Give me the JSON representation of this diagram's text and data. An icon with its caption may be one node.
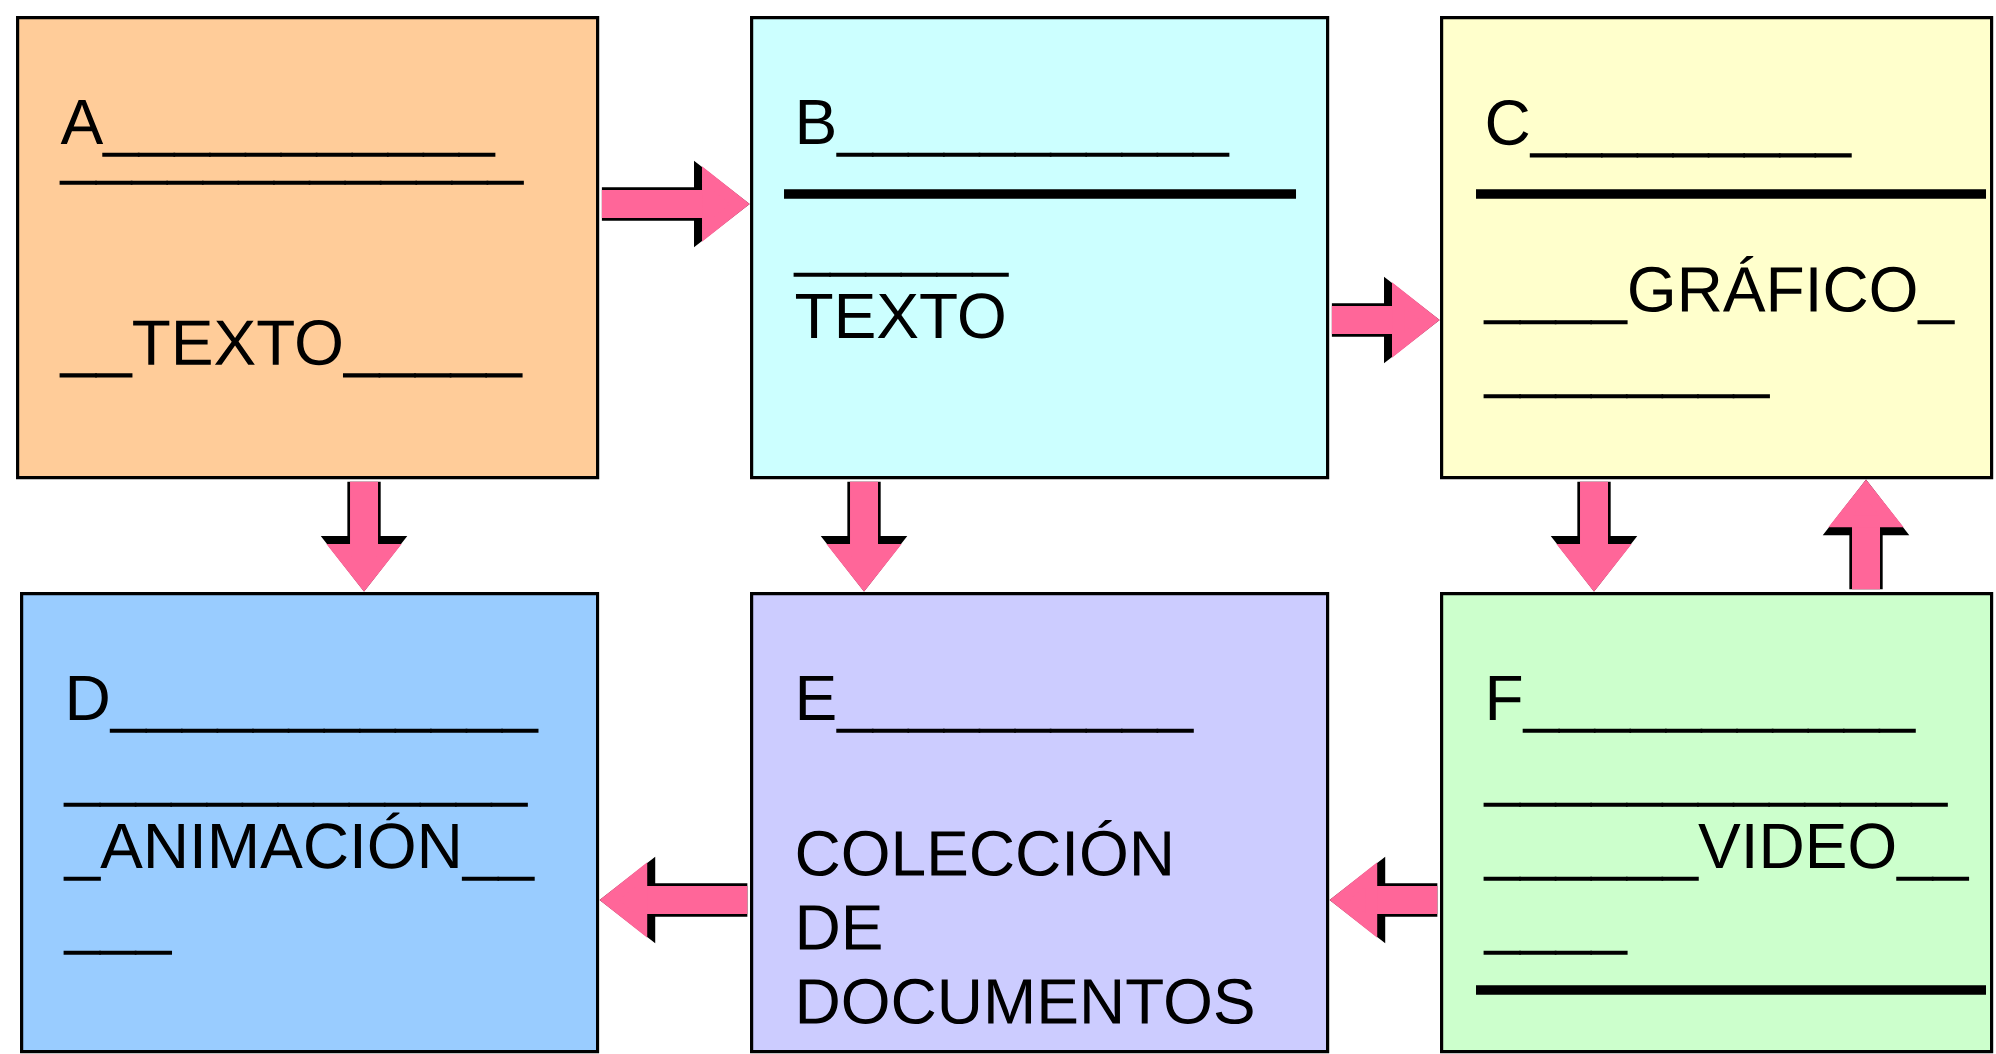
{
  "diagram": {
    "nodes": [
      {
        "text": [
          "A___________",
          "_____________",
          "__TEXTO_____"
        ]
      },
      {
        "text": [
          "B___________",
          "______ TEXTO"
        ]
      },
      {
        "text": [
          "C_________",
          "____GRÁFICO_ ________"
        ]
      },
      {
        "text": [
          "D____________ _____________ _ANIMACIÓN__ ___"
        ]
      },
      {
        "text": [
          "E__________",
          "COLECCIÓN DE DOCUMENTOS"
        ]
      },
      {
        "text": [
          "F___________ _____________ ______VIDEO__ ____"
        ]
      }
    ],
    "edges": [
      {
        "from": 0,
        "to": 1,
        "arrow": "to"
      },
      {
        "from": 0,
        "to": 3,
        "arrow": "to"
      },
      {
        "from": 1,
        "to": 2,
        "arrow": "to"
      },
      {
        "from": 1,
        "to": 4,
        "arrow": "to"
      },
      {
        "from": 2,
        "to": 5,
        "arrow": "to"
      },
      {
        "from": 5,
        "to": 2,
        "arrow": "to"
      },
      {
        "from": 5,
        "to": 4,
        "arrow": "to"
      },
      {
        "from": 4,
        "to": 3,
        "arrow": "to"
      }
    ]
  }
}
